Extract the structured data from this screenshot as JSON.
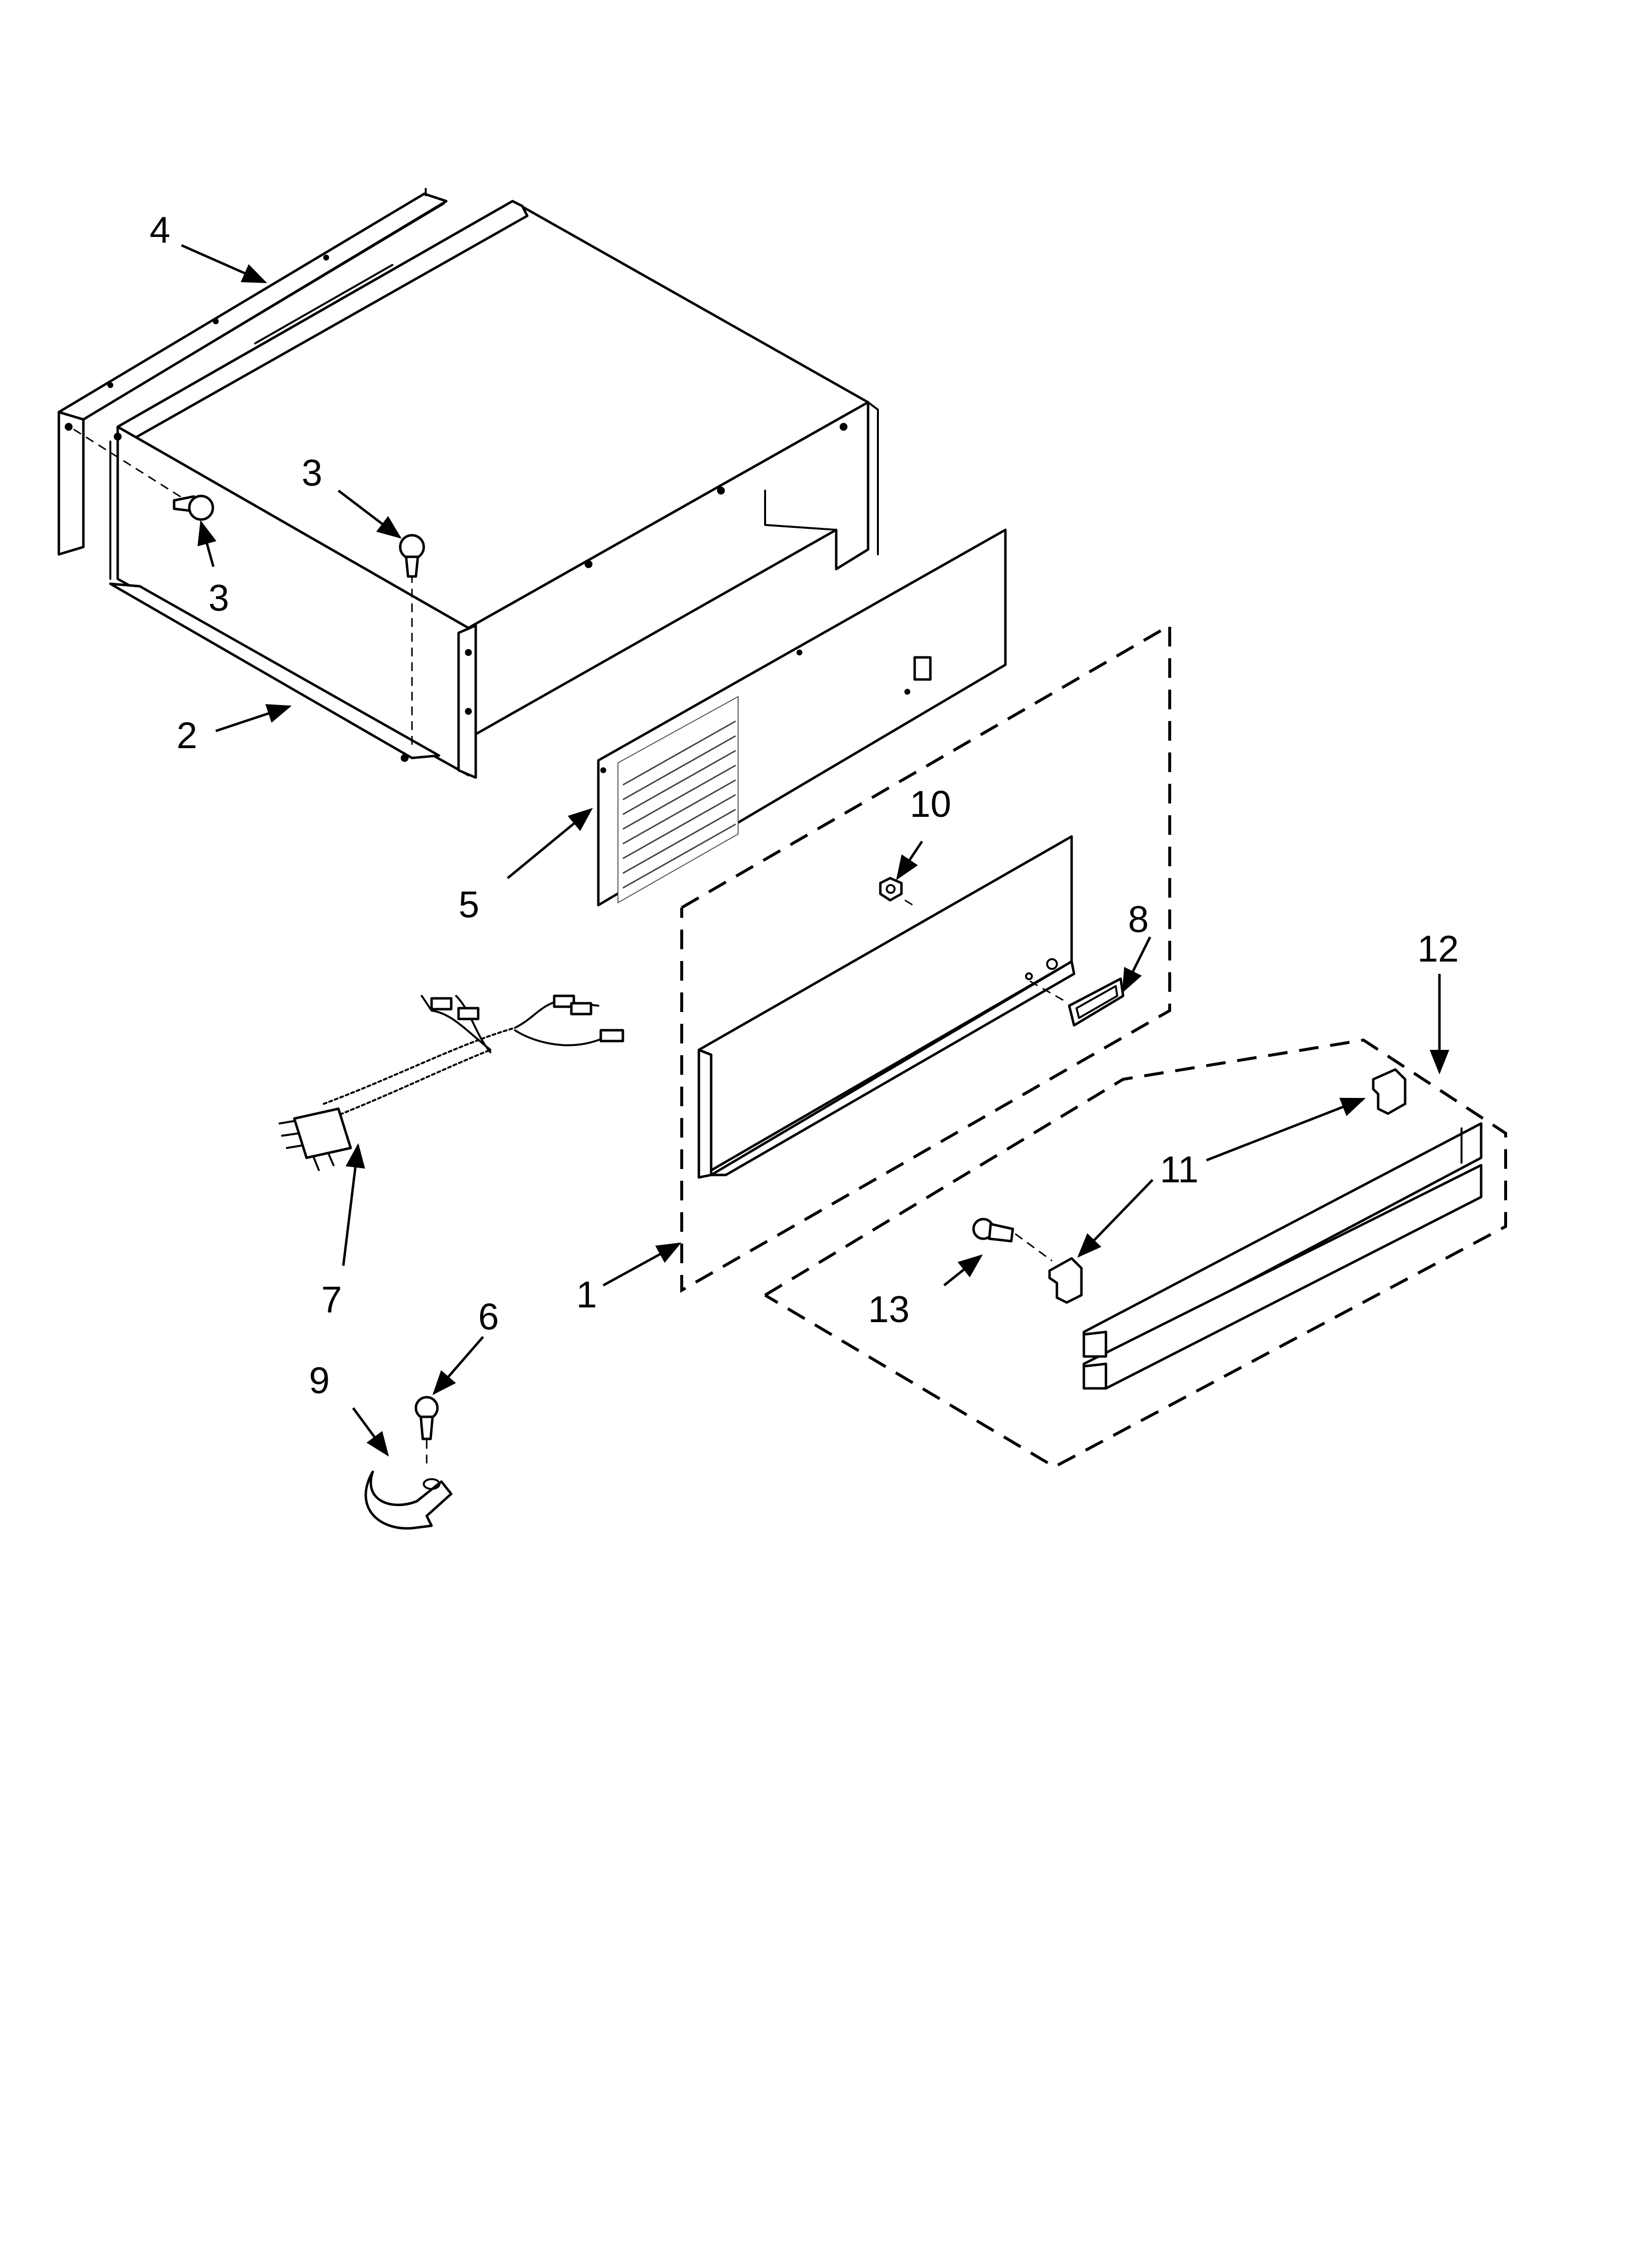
{
  "diagram": {
    "type": "exploded-parts-diagram",
    "callouts": {
      "c1": "1",
      "c2": "2",
      "c3a": "3",
      "c3b": "3",
      "c4": "4",
      "c5": "5",
      "c6": "6",
      "c7": "7",
      "c8": "8",
      "c9": "9",
      "c10": "10",
      "c11": "11",
      "c12": "12",
      "c13": "13"
    }
  }
}
